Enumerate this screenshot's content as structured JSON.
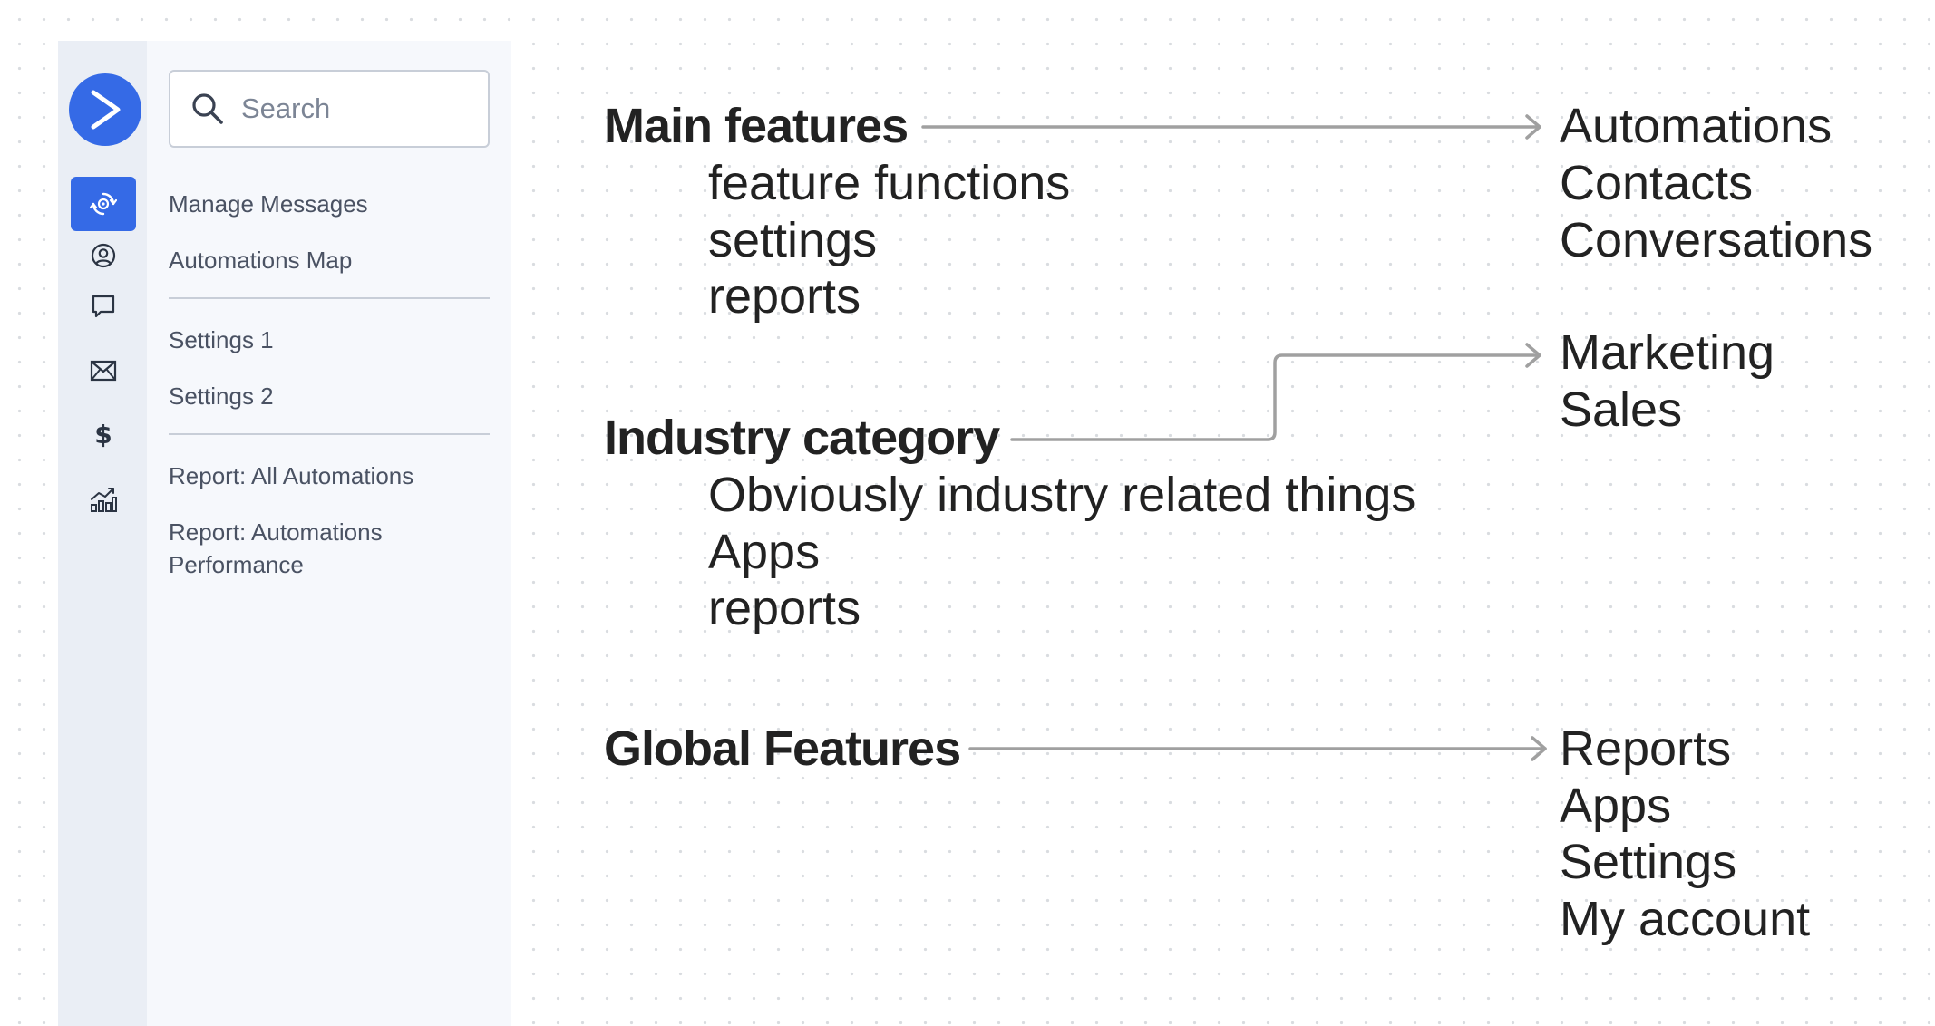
{
  "sidebar": {
    "rail": {
      "logo_icon": "activecampaign-chevron-icon",
      "icons": [
        "automation-gear-icon",
        "contacts-icon",
        "conversations-icon",
        "email-icon",
        "dollar-icon",
        "reports-chart-icon"
      ],
      "dollar_glyph": "$"
    },
    "search": {
      "placeholder": "Search"
    },
    "nav": {
      "manage_messages": "Manage Messages",
      "automations_map": "Automations Map",
      "settings_1": "Settings 1",
      "settings_2": "Settings 2",
      "report_all": "Report: All Automations",
      "report_perf_line1": "Report: Automations",
      "report_perf_line2": "Performance"
    },
    "colors": {
      "accent": "#356ae6",
      "rail_bg": "#eaeef5",
      "panel_bg": "#f6f8fc"
    }
  },
  "diagram": {
    "groups": [
      {
        "heading": "Main features",
        "items": [
          "feature functions",
          "settings",
          "reports"
        ],
        "targets": [
          "Automations",
          "Contacts",
          "Conversations"
        ]
      },
      {
        "heading": "Industry category",
        "items": [
          "Obviously industry related things",
          "Apps",
          "reports"
        ],
        "targets": [
          "Marketing",
          "Sales"
        ]
      },
      {
        "heading": "Global Features",
        "items": [],
        "targets": [
          "Reports",
          "Apps",
          "Settings",
          "My account"
        ]
      }
    ],
    "connector_color": "#a0a0a0"
  }
}
